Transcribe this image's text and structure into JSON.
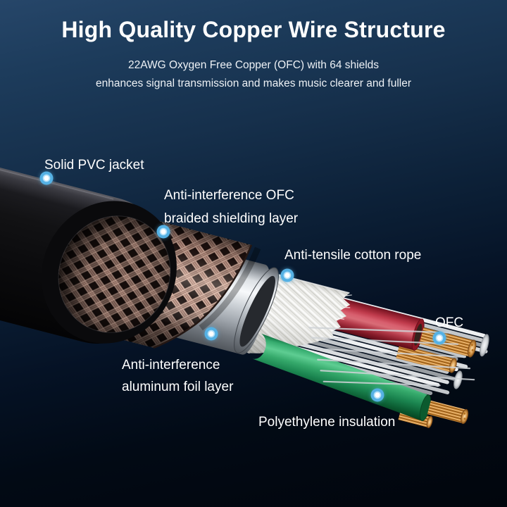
{
  "header": {
    "title": "High Quality Copper Wire Structure",
    "subtitle_line1": "22AWG Oxygen Free Copper (OFC) with 64 shields",
    "subtitle_line2": "enhances signal transmission and makes music clearer and fuller"
  },
  "callouts": {
    "pvc_jacket": {
      "label": "Solid PVC jacket"
    },
    "braided_shield": {
      "label_line1": "Anti-interference OFC",
      "label_line2": "braided shielding layer"
    },
    "cotton_rope": {
      "label": "Anti-tensile cotton rope"
    },
    "ofc": {
      "label": "OFC"
    },
    "aluminum_foil": {
      "label_line1": "Anti-interference",
      "label_line2": "aluminum foil layer"
    },
    "insulation": {
      "label": "Polyethylene insulation"
    }
  },
  "colors": {
    "background_top": "#1e3c5a",
    "background_bottom": "#03060c",
    "text": "#ffffff",
    "marker_blue": "#55b1e4",
    "pvc_black": "#0d0d0f",
    "braid_copper": "#a67d6f",
    "foil_silver": "#cdd2d7",
    "cotton_white": "#f1f1ee",
    "wire_red": "#cf5562",
    "wire_green": "#35ab6e",
    "shield_silver": "#dadde0",
    "copper": "#c9852f"
  }
}
